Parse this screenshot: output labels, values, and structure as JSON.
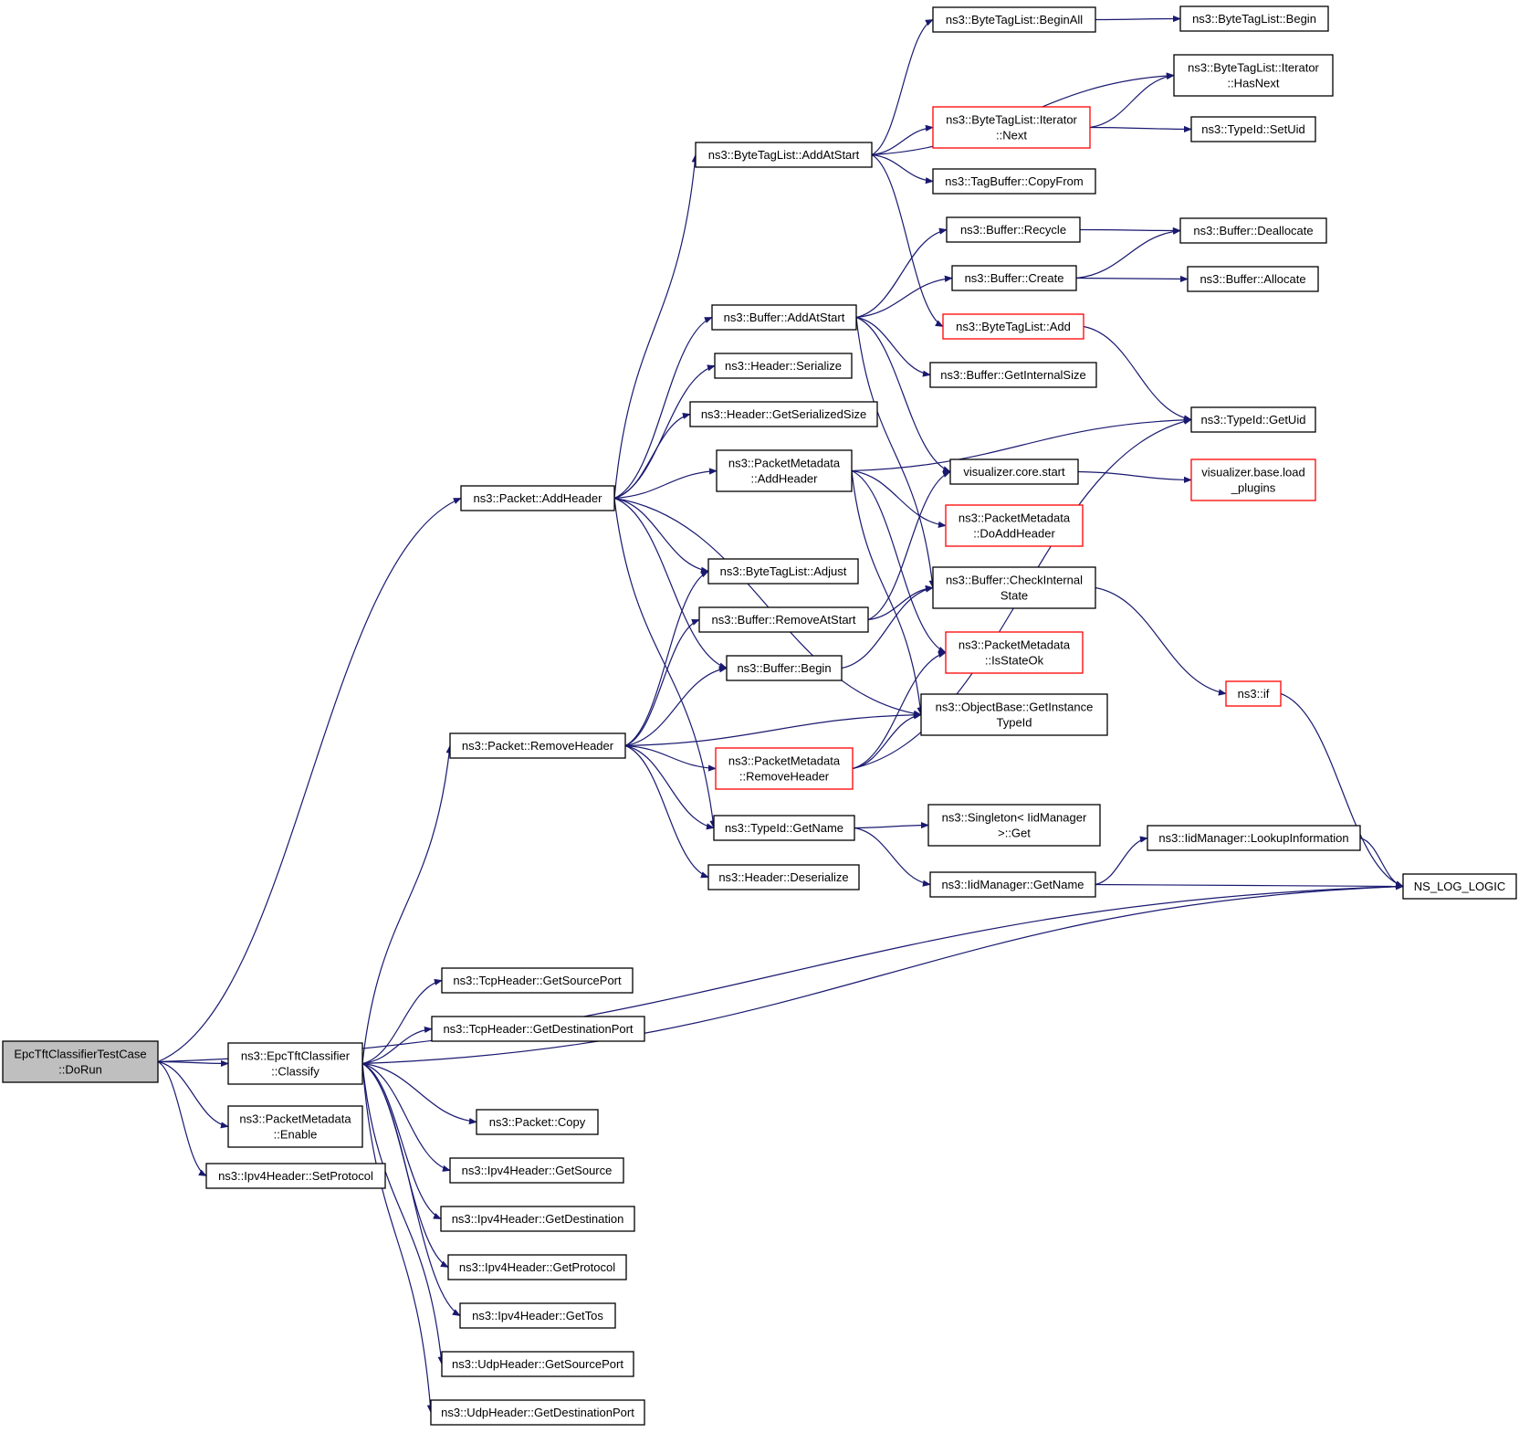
{
  "diagram": {
    "type": "call-graph",
    "node_border_colors": {
      "normal": "#000000",
      "truncated": "#ff0000"
    },
    "root_fill": "#bfbfbf",
    "edge_color": "#191970",
    "nodes": [
      {
        "id": "dorun",
        "lines": [
          "EpcTftClassifierTestCase",
          "::DoRun"
        ],
        "style": "root"
      },
      {
        "id": "classify",
        "lines": [
          "ns3::EpcTftClassifier",
          "::Classify"
        ],
        "style": "normal"
      },
      {
        "id": "pmenable",
        "lines": [
          "ns3::PacketMetadata",
          "::Enable"
        ],
        "style": "normal"
      },
      {
        "id": "setprotocol",
        "lines": [
          "ns3::Ipv4Header::SetProtocol"
        ],
        "style": "normal"
      },
      {
        "id": "addheader",
        "lines": [
          "ns3::Packet::AddHeader"
        ],
        "style": "normal"
      },
      {
        "id": "removeheader",
        "lines": [
          "ns3::Packet::RemoveHeader"
        ],
        "style": "normal"
      },
      {
        "id": "tcpsrc",
        "lines": [
          "ns3::TcpHeader::GetSourcePort"
        ],
        "style": "normal"
      },
      {
        "id": "tcpdst",
        "lines": [
          "ns3::TcpHeader::GetDestinationPort"
        ],
        "style": "normal"
      },
      {
        "id": "pcopy",
        "lines": [
          "ns3::Packet::Copy"
        ],
        "style": "normal"
      },
      {
        "id": "ipsrc",
        "lines": [
          "ns3::Ipv4Header::GetSource"
        ],
        "style": "normal"
      },
      {
        "id": "ipdst",
        "lines": [
          "ns3::Ipv4Header::GetDestination"
        ],
        "style": "normal"
      },
      {
        "id": "ipproto",
        "lines": [
          "ns3::Ipv4Header::GetProtocol"
        ],
        "style": "normal"
      },
      {
        "id": "iptos",
        "lines": [
          "ns3::Ipv4Header::GetTos"
        ],
        "style": "normal"
      },
      {
        "id": "udpsrc",
        "lines": [
          "ns3::UdpHeader::GetSourcePort"
        ],
        "style": "normal"
      },
      {
        "id": "udpdst",
        "lines": [
          "ns3::UdpHeader::GetDestinationPort"
        ],
        "style": "normal"
      },
      {
        "id": "btladdatstart",
        "lines": [
          "ns3::ByteTagList::AddAtStart"
        ],
        "style": "normal"
      },
      {
        "id": "bufaddatstart",
        "lines": [
          "ns3::Buffer::AddAtStart"
        ],
        "style": "normal"
      },
      {
        "id": "hserialize",
        "lines": [
          "ns3::Header::Serialize"
        ],
        "style": "normal"
      },
      {
        "id": "hgetsize",
        "lines": [
          "ns3::Header::GetSerializedSize"
        ],
        "style": "normal"
      },
      {
        "id": "pmaddheader",
        "lines": [
          "ns3::PacketMetadata",
          "::AddHeader"
        ],
        "style": "normal"
      },
      {
        "id": "btladjust",
        "lines": [
          "ns3::ByteTagList::Adjust"
        ],
        "style": "normal"
      },
      {
        "id": "bufremoveatstart",
        "lines": [
          "ns3::Buffer::RemoveAtStart"
        ],
        "style": "normal"
      },
      {
        "id": "bufbegin",
        "lines": [
          "ns3::Buffer::Begin"
        ],
        "style": "normal"
      },
      {
        "id": "pmremoveheader",
        "lines": [
          "ns3::PacketMetadata",
          "::RemoveHeader"
        ],
        "style": "red"
      },
      {
        "id": "typeidgetname",
        "lines": [
          "ns3::TypeId::GetName"
        ],
        "style": "normal"
      },
      {
        "id": "hdeserialize",
        "lines": [
          "ns3::Header::Deserialize"
        ],
        "style": "normal"
      },
      {
        "id": "btlbeginall",
        "lines": [
          "ns3::ByteTagList::BeginAll"
        ],
        "style": "normal"
      },
      {
        "id": "btliternext",
        "lines": [
          "ns3::ByteTagList::Iterator",
          "::Next"
        ],
        "style": "red"
      },
      {
        "id": "tbcopyfrom",
        "lines": [
          "ns3::TagBuffer::CopyFrom"
        ],
        "style": "normal"
      },
      {
        "id": "bufrecycle",
        "lines": [
          "ns3::Buffer::Recycle"
        ],
        "style": "normal"
      },
      {
        "id": "bufcreate",
        "lines": [
          "ns3::Buffer::Create"
        ],
        "style": "normal"
      },
      {
        "id": "btladd",
        "lines": [
          "ns3::ByteTagList::Add"
        ],
        "style": "red"
      },
      {
        "id": "bufgetinternalsize",
        "lines": [
          "ns3::Buffer::GetInternalSize"
        ],
        "style": "normal"
      },
      {
        "id": "viscorestart",
        "lines": [
          "visualizer.core.start"
        ],
        "style": "normal"
      },
      {
        "id": "pmdoaddheader",
        "lines": [
          "ns3::PacketMetadata",
          "::DoAddHeader"
        ],
        "style": "red"
      },
      {
        "id": "bufcheckinternal",
        "lines": [
          "ns3::Buffer::CheckInternal",
          "State"
        ],
        "style": "normal"
      },
      {
        "id": "pmisstateok",
        "lines": [
          "ns3::PacketMetadata",
          "::IsStateOk"
        ],
        "style": "red"
      },
      {
        "id": "objgetinstance",
        "lines": [
          "ns3::ObjectBase::GetInstance",
          "TypeId"
        ],
        "style": "normal"
      },
      {
        "id": "singletonget",
        "lines": [
          "ns3::Singleton< IidManager",
          ">::Get"
        ],
        "style": "normal"
      },
      {
        "id": "iidgetname",
        "lines": [
          "ns3::IidManager::GetName"
        ],
        "style": "normal"
      },
      {
        "id": "btlbegin",
        "lines": [
          "ns3::ByteTagList::Begin"
        ],
        "style": "normal"
      },
      {
        "id": "btlhasnext",
        "lines": [
          "ns3::ByteTagList::Iterator",
          "::HasNext"
        ],
        "style": "normal"
      },
      {
        "id": "typeidsetuid",
        "lines": [
          "ns3::TypeId::SetUid"
        ],
        "style": "normal"
      },
      {
        "id": "bufdeallocate",
        "lines": [
          "ns3::Buffer::Deallocate"
        ],
        "style": "normal"
      },
      {
        "id": "bufallocate",
        "lines": [
          "ns3::Buffer::Allocate"
        ],
        "style": "normal"
      },
      {
        "id": "typeidgetuid",
        "lines": [
          "ns3::TypeId::GetUid"
        ],
        "style": "normal"
      },
      {
        "id": "visloadplugins",
        "lines": [
          "visualizer.base.load",
          "_plugins"
        ],
        "style": "red"
      },
      {
        "id": "ns3if",
        "lines": [
          "ns3::if"
        ],
        "style": "red"
      },
      {
        "id": "iidlookup",
        "lines": [
          "ns3::IidManager::LookupInformation"
        ],
        "style": "normal"
      },
      {
        "id": "nslog",
        "lines": [
          "NS_LOG_LOGIC"
        ],
        "style": "normal"
      }
    ],
    "edges": [
      [
        "dorun",
        "addheader"
      ],
      [
        "dorun",
        "nslog"
      ],
      [
        "dorun",
        "classify"
      ],
      [
        "dorun",
        "pmenable"
      ],
      [
        "dorun",
        "setprotocol"
      ],
      [
        "classify",
        "removeheader"
      ],
      [
        "classify",
        "nslog"
      ],
      [
        "classify",
        "tcpsrc"
      ],
      [
        "classify",
        "tcpdst"
      ],
      [
        "classify",
        "pcopy"
      ],
      [
        "classify",
        "ipsrc"
      ],
      [
        "classify",
        "ipdst"
      ],
      [
        "classify",
        "ipproto"
      ],
      [
        "classify",
        "iptos"
      ],
      [
        "classify",
        "udpsrc"
      ],
      [
        "classify",
        "udpdst"
      ],
      [
        "addheader",
        "btladdatstart"
      ],
      [
        "addheader",
        "bufaddatstart"
      ],
      [
        "addheader",
        "hserialize"
      ],
      [
        "addheader",
        "hgetsize"
      ],
      [
        "addheader",
        "pmaddheader"
      ],
      [
        "addheader",
        "btladjust"
      ],
      [
        "addheader",
        "bufbegin"
      ],
      [
        "addheader",
        "typeidgetname"
      ],
      [
        "addheader",
        "objgetinstance"
      ],
      [
        "removeheader",
        "btladjust"
      ],
      [
        "removeheader",
        "bufremoveatstart"
      ],
      [
        "removeheader",
        "bufbegin"
      ],
      [
        "removeheader",
        "objgetinstance"
      ],
      [
        "removeheader",
        "pmremoveheader"
      ],
      [
        "removeheader",
        "typeidgetname"
      ],
      [
        "removeheader",
        "hdeserialize"
      ],
      [
        "btladdatstart",
        "btlbeginall"
      ],
      [
        "btladdatstart",
        "btlhasnext"
      ],
      [
        "btladdatstart",
        "btliternext"
      ],
      [
        "btladdatstart",
        "tbcopyfrom"
      ],
      [
        "btladdatstart",
        "btladd"
      ],
      [
        "btlbeginall",
        "btlbegin"
      ],
      [
        "btliternext",
        "btlhasnext"
      ],
      [
        "btliternext",
        "typeidsetuid"
      ],
      [
        "bufaddatstart",
        "bufrecycle"
      ],
      [
        "bufaddatstart",
        "bufcreate"
      ],
      [
        "bufaddatstart",
        "bufgetinternalsize"
      ],
      [
        "bufaddatstart",
        "viscorestart"
      ],
      [
        "bufaddatstart",
        "bufcheckinternal"
      ],
      [
        "bufrecycle",
        "bufdeallocate"
      ],
      [
        "bufcreate",
        "bufdeallocate"
      ],
      [
        "bufcreate",
        "bufallocate"
      ],
      [
        "btladd",
        "typeidgetuid"
      ],
      [
        "pmaddheader",
        "typeidgetuid"
      ],
      [
        "pmaddheader",
        "pmdoaddheader"
      ],
      [
        "pmaddheader",
        "pmisstateok"
      ],
      [
        "pmaddheader",
        "objgetinstance"
      ],
      [
        "viscorestart",
        "visloadplugins"
      ],
      [
        "bufremoveatstart",
        "viscorestart"
      ],
      [
        "bufremoveatstart",
        "bufcheckinternal"
      ],
      [
        "bufbegin",
        "bufcheckinternal"
      ],
      [
        "bufcheckinternal",
        "ns3if"
      ],
      [
        "ns3if",
        "nslog"
      ],
      [
        "pmremoveheader",
        "pmisstateok"
      ],
      [
        "pmremoveheader",
        "objgetinstance"
      ],
      [
        "pmremoveheader",
        "typeidgetuid"
      ],
      [
        "typeidgetname",
        "singletonget"
      ],
      [
        "typeidgetname",
        "iidgetname"
      ],
      [
        "iidgetname",
        "iidlookup"
      ],
      [
        "iidgetname",
        "nslog"
      ],
      [
        "iidlookup",
        "nslog"
      ]
    ]
  }
}
